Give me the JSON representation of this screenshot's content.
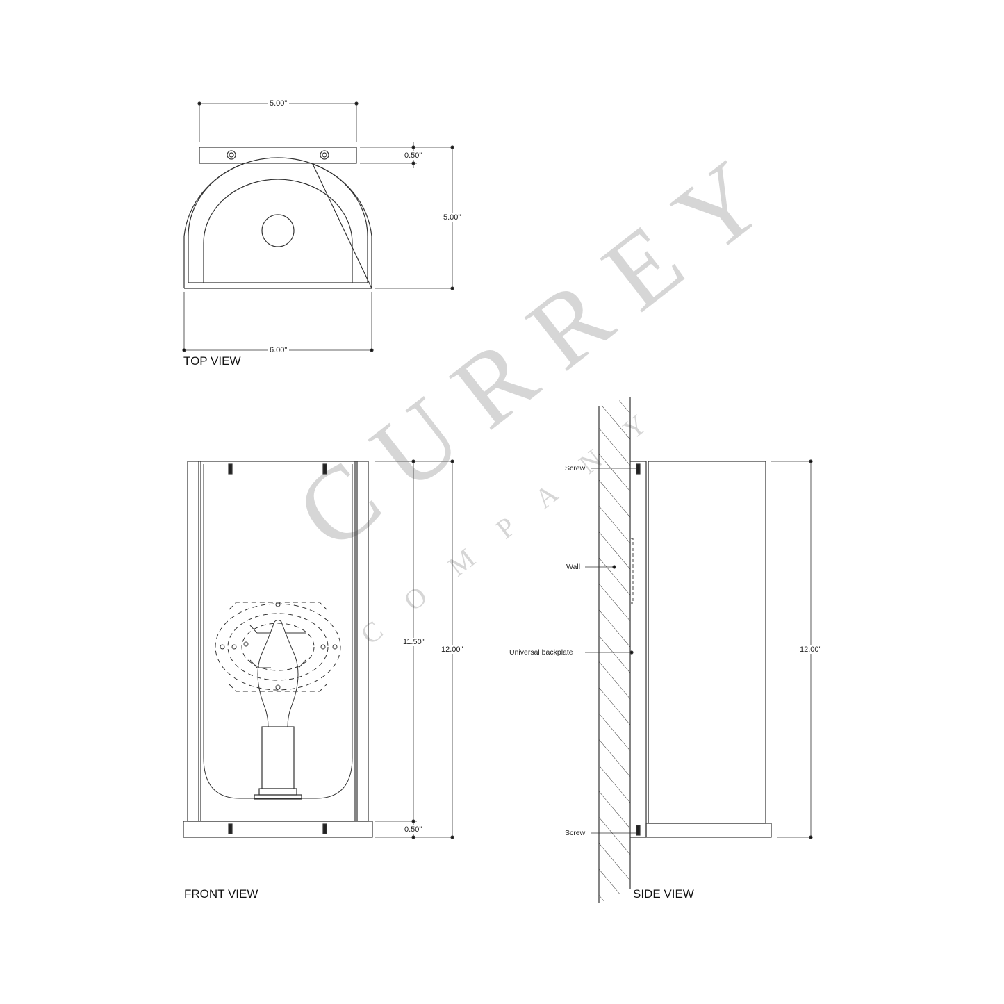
{
  "drawing": {
    "brand_watermark": {
      "main": "CURREY",
      "sub": "COMPANY"
    },
    "views": {
      "top": {
        "title": "TOP VIEW",
        "dimensions": {
          "backplate_width": "5.00\"",
          "backplate_depth": "0.50\"",
          "total_depth": "5.00\"",
          "shade_width": "6.00\""
        }
      },
      "front": {
        "title": "FRONT VIEW",
        "dimensions": {
          "body_height": "11.50\"",
          "total_height": "12.00\"",
          "base_height": "0.50\""
        }
      },
      "side": {
        "title": "SIDE VIEW",
        "dimensions": {
          "total_height": "12.00\""
        },
        "callouts": {
          "screw_top": "Screw",
          "wall": "Wall",
          "backplate": "Universal backplate",
          "screw_bottom": "Screw"
        }
      }
    },
    "colors": {
      "line": "#333333",
      "watermark": "#d6d6d6",
      "background": "#ffffff"
    }
  }
}
